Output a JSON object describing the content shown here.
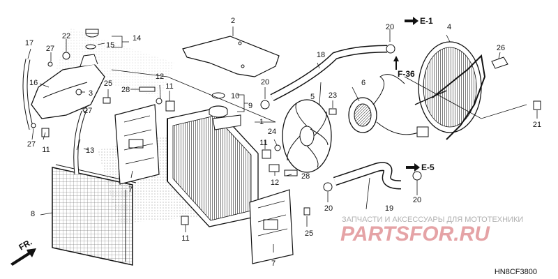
{
  "diagram_code": "HN8CF3800",
  "direction_label": "FR.",
  "refs": {
    "e1": "E-1",
    "e5": "E-5",
    "f36": "F-36"
  },
  "watermark": {
    "caption": "ЗАПЧАСТИ И АКСЕССУАРЫ ДЛЯ МОТОТЕХНИКИ",
    "brand": "PARTSFOR.RU"
  },
  "callouts": {
    "c1": "1",
    "c2": "2",
    "c3": "3",
    "c4": "4",
    "c5": "5",
    "c6": "6",
    "c7a": "7",
    "c7b": "7",
    "c8": "8",
    "c9": "9",
    "c10": "10",
    "c11a": "11",
    "c11b": "11",
    "c11c": "11",
    "c11d": "11",
    "c12a": "12",
    "c12b": "12",
    "c13": "13",
    "c14": "14",
    "c15": "15",
    "c16": "16",
    "c17": "17",
    "c18": "18",
    "c19": "19",
    "c20a": "20",
    "c20b": "20",
    "c20c": "20",
    "c20d": "20",
    "c21": "21",
    "c22": "22",
    "c23": "23",
    "c24": "24",
    "c25a": "25",
    "c25b": "25",
    "c26": "26",
    "c27a": "27",
    "c27b": "27",
    "c27c": "27",
    "c28a": "28",
    "c28b": "28"
  }
}
